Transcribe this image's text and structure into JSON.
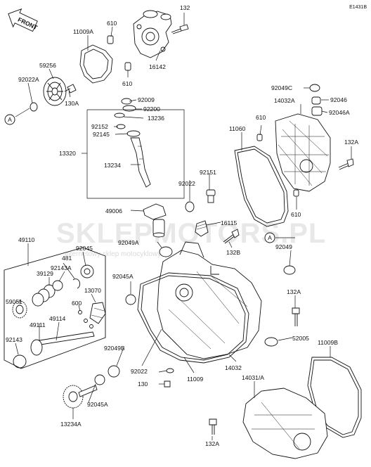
{
  "diagram_code": "E1431B",
  "front_label": "FRONT",
  "watermark": {
    "brand_a": "SKLEP",
    "brand_b": "MOTORS",
    "brand_c": ".PL",
    "tagline": "internetowy sklep motocyklowy"
  },
  "callout_letter": "A",
  "parts": {
    "p132_top": "132",
    "p610_a": "610",
    "p11009A": "11009A",
    "p610_b": "610",
    "p16142": "16142",
    "p59256": "59256",
    "p92022A": "92022A",
    "p130A": "130A",
    "p92009": "92009",
    "p92200": "92200",
    "p13236": "13236",
    "p92152": "92152",
    "p92145": "92145",
    "p13320": "13320",
    "p13234": "13234",
    "p92049C": "92049C",
    "p14032A": "14032A",
    "p92046": "92046",
    "p92046A": "92046A",
    "p11060": "11060",
    "p610_c": "610",
    "p132A_r1": "132A",
    "p92151": "92151",
    "p92022_m": "92022",
    "p610_d": "610",
    "p49006": "49006",
    "p16115": "16115",
    "p92049A": "92049A",
    "p132B": "132B",
    "p49110": "49110",
    "p481": "481",
    "p92045": "92045",
    "p92143A": "92143A",
    "p39129": "39129",
    "p59051": "59051",
    "p13070": "13070",
    "p600": "600",
    "p49111": "49111",
    "p49114": "49114",
    "p92143": "92143",
    "p92045A_top": "92045A",
    "p92049": "92049",
    "p132A_r2": "132A",
    "p52005": "52005",
    "p11009B": "11009B",
    "p92049B": "92049B",
    "p14032": "14032",
    "p92022_b": "92022",
    "p11009": "11009",
    "p130": "130",
    "p14031A": "14031/A",
    "p92045A_bot": "92045A",
    "p13234A": "13234A",
    "p132A_bot": "132A"
  }
}
